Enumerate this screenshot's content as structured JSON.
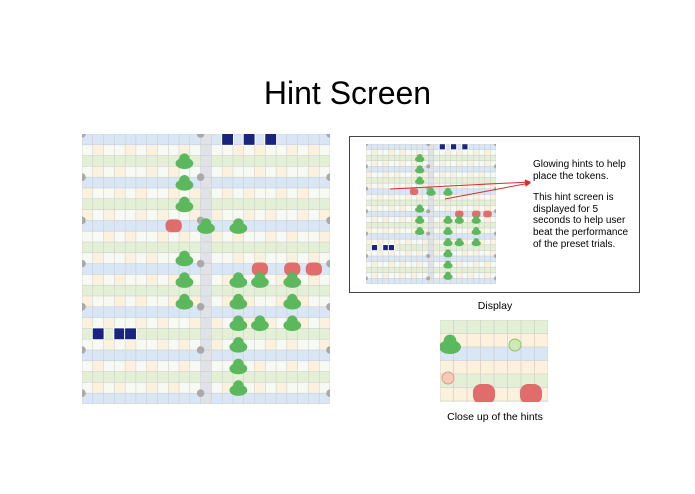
{
  "title": "Hint Screen",
  "board": {
    "icons": {
      "hint_token": "green-blob-icon",
      "preset_token": "red-blob-icon",
      "player_token": "blue-square-icon",
      "corner_marker": "gray-circle-icon"
    },
    "colors": {
      "green_token": "#5cb85c",
      "red_token": "#e06c6c",
      "blue_token": "#1a237e",
      "grid_line": "#c9c9c9",
      "row_band_green": "#e3f0d6",
      "row_band_blue": "#d9e6f5",
      "cell_cream": "#fbf1dc"
    }
  },
  "annotation": {
    "line1": "Glowing hints to help place the tokens.",
    "line2": "This hint screen is displayed for 5 seconds to help user beat the performance of the preset trials."
  },
  "display_label": "Display",
  "closeup_caption": "Close up of the hints"
}
